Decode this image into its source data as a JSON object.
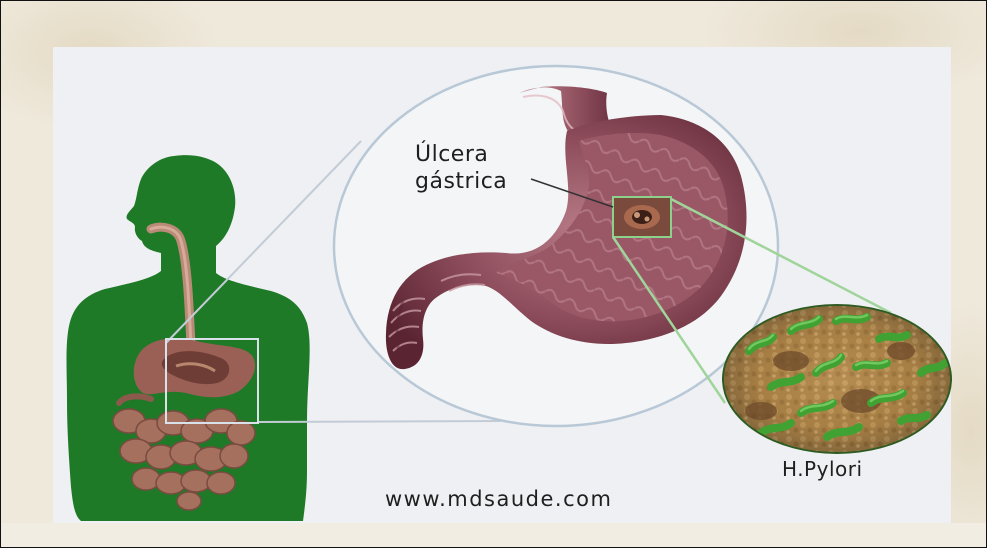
{
  "labels": {
    "ulcer_line1": "Úlcera",
    "ulcer_line2": "gástrica",
    "bacteria": "H.Pylori",
    "website": "www.mdsaude.com"
  },
  "colors": {
    "body_silhouette": "#1f7a27",
    "stomach": "#7a3a4a",
    "stomach_interior": "#9a5866",
    "callout_lines": "#9fd49a",
    "magnifier_circle": "#b9c8d6",
    "bacteria": "#3fa232",
    "tissue": "#b58a4c",
    "panel_background": "#eef0f3",
    "paper_frame": "#efe9dc"
  },
  "icons": {
    "silhouette": "human-body-icon",
    "stomach": "stomach-icon",
    "ulcer": "ulcer-icon",
    "bacteria": "h-pylori-bacteria-icon"
  }
}
